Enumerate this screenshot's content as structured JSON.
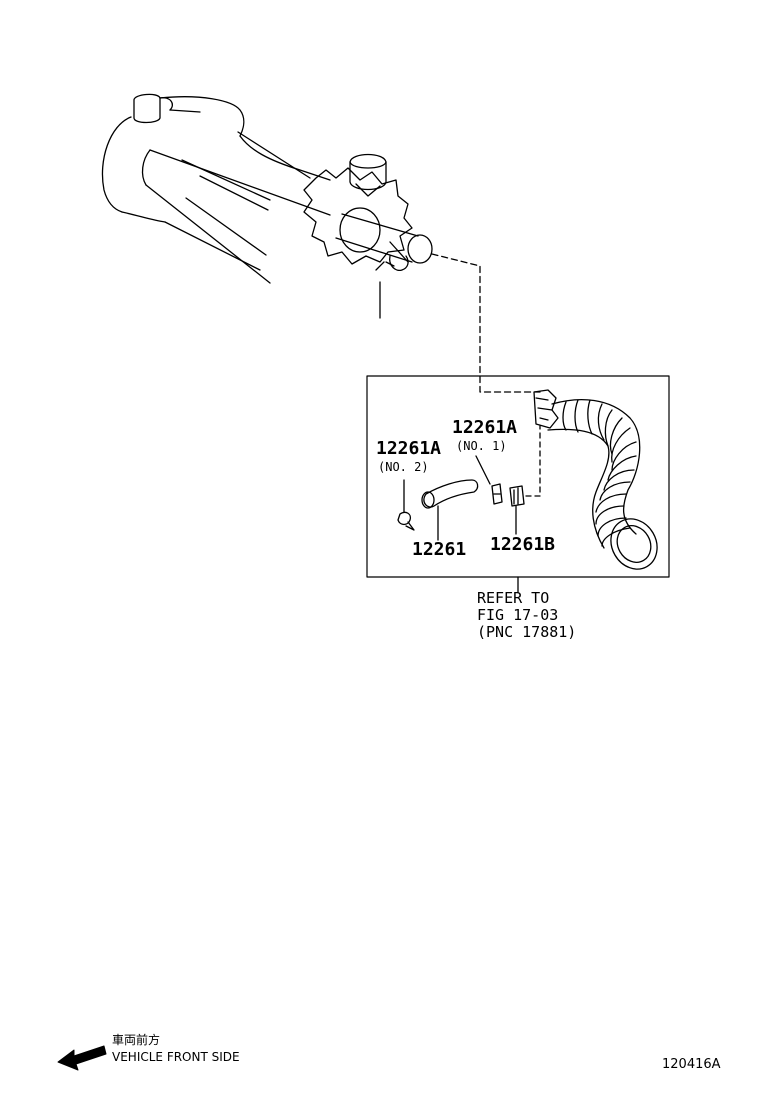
{
  "diagram": {
    "parts": {
      "p12261A_no1": {
        "number": "12261A",
        "note": "(NO. 1)"
      },
      "p12261A_no2": {
        "number": "12261A",
        "note": "(NO. 2)"
      },
      "p12261": {
        "number": "12261"
      },
      "p12261B": {
        "number": "12261B"
      }
    },
    "reference": {
      "line1": "REFER TO",
      "line2": "FIG 17-03",
      "line3": "(PNC 17881)"
    },
    "orientation": {
      "japanese": "車両前方",
      "english": "VEHICLE FRONT SIDE"
    },
    "illustration_code": "120416A"
  }
}
